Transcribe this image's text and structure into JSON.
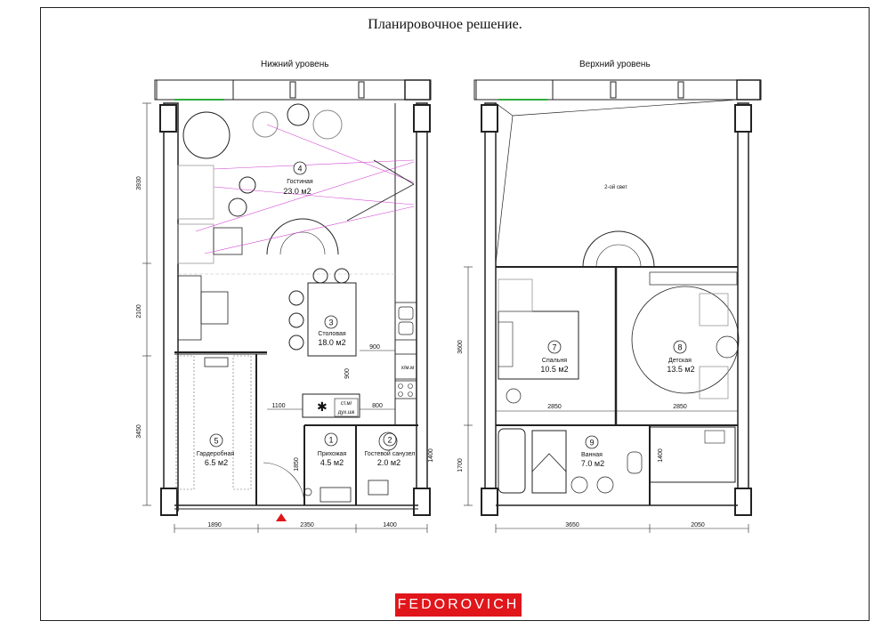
{
  "title": "Планировочное решение.",
  "levels": {
    "lower": "Нижний уровень",
    "upper": "Верхний уровень"
  },
  "rooms": [
    {
      "num": "1",
      "name": "Прихожая",
      "area": "4.5 м2"
    },
    {
      "num": "2",
      "name": "Гостевой санузел",
      "area": "2.0 м2"
    },
    {
      "num": "3",
      "name": "Столовая",
      "area": "18.0 м2"
    },
    {
      "num": "4",
      "name": "Гостиная",
      "area": "23.0 м2"
    },
    {
      "num": "5",
      "name": "Гардеробная",
      "area": "6.5 м2"
    },
    {
      "num": "7",
      "name": "Спальня",
      "area": "10.5 м2"
    },
    {
      "num": "8",
      "name": "Детская",
      "area": "13.5 м2"
    },
    {
      "num": "9",
      "name": "Ванная",
      "area": "7.0 м2"
    }
  ],
  "notes": {
    "second_light": "2-ой свет",
    "fridge": "х/м.м",
    "oven_1": "ст.м/",
    "oven_2": "дух.шк"
  },
  "dimensions": {
    "lower_left": [
      "3930",
      "2100",
      "3450"
    ],
    "lower_bottom": [
      "1890",
      "2350",
      "1400"
    ],
    "lower_inner": [
      "1100",
      "900",
      "900",
      "800",
      "1850",
      "1400"
    ],
    "upper_left": [
      "3600",
      "1700"
    ],
    "upper_bottom": [
      "3650",
      "2050"
    ],
    "upper_inner": [
      "2850",
      "2850",
      "1400"
    ]
  },
  "logo": "FEDOROVICH",
  "colors": {
    "wall": "#222222",
    "entrance_marker": "#e0161b",
    "view_lines": "#d24ad2",
    "green_accent": "#2fae3c",
    "logo_bg": "#e0161b"
  }
}
